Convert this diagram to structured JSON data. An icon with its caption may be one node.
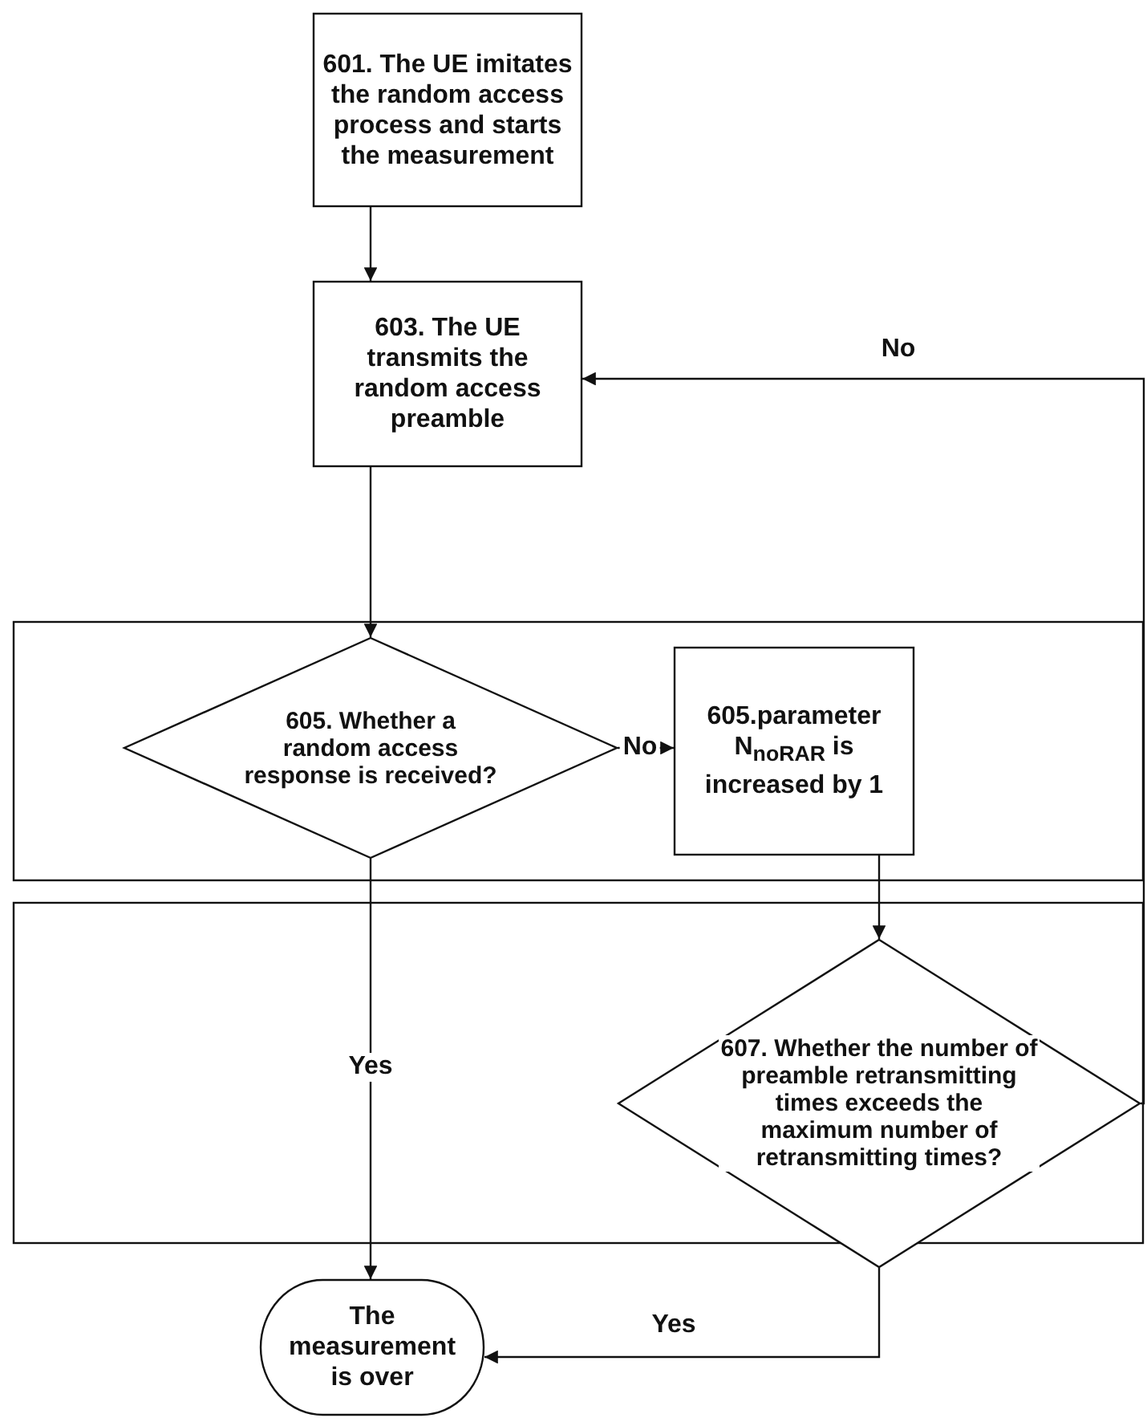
{
  "diagram": {
    "nodes": [
      {
        "text": [
          "601. The UE imitates the random access process and starts the measurement"
        ]
      },
      {
        "text": [
          "603. The UE transmits the random access preamble"
        ]
      },
      {
        "text": [
          "605. Whether a random access response is received?"
        ]
      },
      {
        "text": [
          "605.parameter N$_{noRAR}$ is increased by 1"
        ]
      },
      {
        "text": [
          "607. Whether the number of preamble retransmitting times exceeds the maximum number of retransmitting times?"
        ]
      },
      {
        "text": [
          "The measurement is over"
        ]
      }
    ],
    "edges": [
      {
        "from": 0,
        "to": 1,
        "arrow": "to"
      },
      {
        "from": 1,
        "to": 2,
        "arrow": "to"
      },
      {
        "from": 2,
        "to": 3,
        "arrow": "to",
        "label": "No"
      },
      {
        "from": 3,
        "to": 4,
        "arrow": "to"
      },
      {
        "from": 2,
        "to": 5,
        "arrow": "to",
        "label": "Yes"
      },
      {
        "from": 4,
        "to": 5,
        "arrow": "to",
        "label": "Yes"
      },
      {
        "from": 4,
        "to": 1,
        "arrow": "to",
        "label": "No"
      }
    ]
  }
}
